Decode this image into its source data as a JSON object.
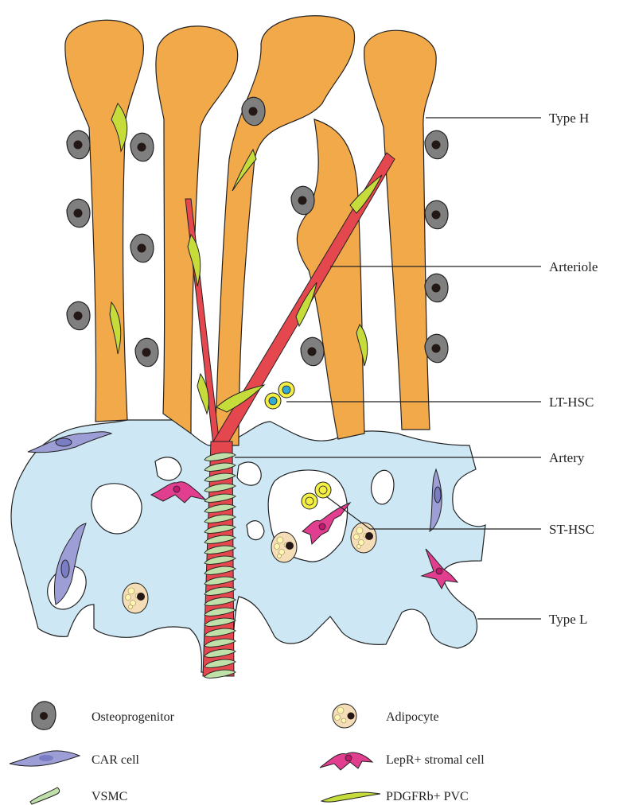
{
  "labels": {
    "type_h": "Type H",
    "arteriole": "Arteriole",
    "lt_hsc": "LT-HSC",
    "artery": "Artery",
    "st_hsc": "ST-HSC",
    "type_l": "Type L"
  },
  "legend": {
    "osteoprogenitor": "Osteoprogenitor",
    "adipocyte": "Adipocyte",
    "car_cell": "CAR cell",
    "lepr_stromal": "LepR+ stromal cell",
    "vsmc": "VSMC",
    "pdgfrb_pvc": "PDGFRb+ PVC"
  },
  "colors": {
    "type_h_vessel": "#F2A94A",
    "type_l_vessel": "#CDE8F4",
    "arteriole": "#E5474F",
    "vsmc": "#BFE0A8",
    "pvc": "#C6DC3A",
    "osteoprogenitor": "#7F7F7F",
    "car_cell": "#9D9ED6",
    "lepr_cell": "#E23E8F",
    "adipocyte": "#F5DDB8",
    "hsc_lt": "#35A9D6",
    "hsc_st": "#F4EF45"
  }
}
